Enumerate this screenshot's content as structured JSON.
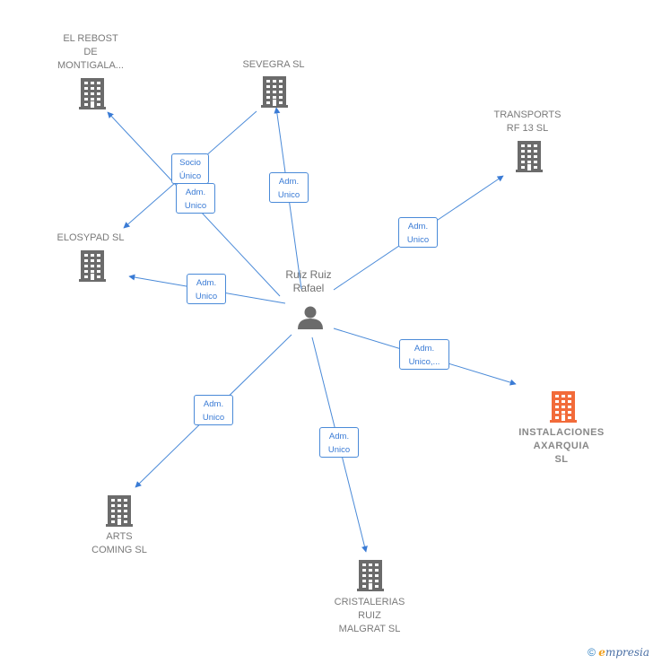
{
  "center": {
    "id": "person",
    "label": "Ruiz Ruiz\nRafael",
    "icon": "person-icon"
  },
  "nodes": [
    {
      "id": "el-rebost",
      "label": "EL REBOST\nDE\nMONTIGALA...",
      "icon": "building-icon",
      "color": "#6b6b6b"
    },
    {
      "id": "sevegra",
      "label": "SEVEGRA SL",
      "icon": "building-icon",
      "color": "#6b6b6b"
    },
    {
      "id": "transports",
      "label": "TRANSPORTS\nRF 13 SL",
      "icon": "building-icon",
      "color": "#6b6b6b"
    },
    {
      "id": "elosypad",
      "label": "ELOSYPAD  SL",
      "icon": "building-icon",
      "color": "#6b6b6b"
    },
    {
      "id": "instalaciones",
      "label": "INSTALACIONES\nAXARQUIA\nSL",
      "icon": "building-icon",
      "color": "#f26b3a",
      "highlight": true
    },
    {
      "id": "arts",
      "label": "ARTS\nCOMING SL",
      "icon": "building-icon",
      "color": "#6b6b6b"
    },
    {
      "id": "cristalerias",
      "label": "CRISTALERIAS\nRUIZ\nMALGRAT  SL",
      "icon": "building-icon",
      "color": "#6b6b6b"
    }
  ],
  "edges": [
    {
      "from": "sevegra",
      "to": "elosypad",
      "label": "Socio\nÚnico"
    },
    {
      "from": "person",
      "to": "el-rebost",
      "label": "Adm.\nUnico"
    },
    {
      "from": "person",
      "to": "sevegra",
      "label": "Adm.\nUnico"
    },
    {
      "from": "person",
      "to": "transports",
      "label": "Adm.\nUnico"
    },
    {
      "from": "person",
      "to": "elosypad",
      "label": "Adm.\nUnico"
    },
    {
      "from": "person",
      "to": "instalaciones",
      "label": "Adm.\nUnico,..."
    },
    {
      "from": "person",
      "to": "arts",
      "label": "Adm.\nUnico"
    },
    {
      "from": "person",
      "to": "cristalerias",
      "label": "Adm.\nUnico"
    }
  ],
  "colors": {
    "edge": "#4a8ad8",
    "building": "#6b6b6b",
    "highlight": "#f26b3a",
    "person": "#6b6b6b"
  },
  "footer": {
    "copyright": "©",
    "brand_initial": "e",
    "brand_rest": "mpresia"
  }
}
